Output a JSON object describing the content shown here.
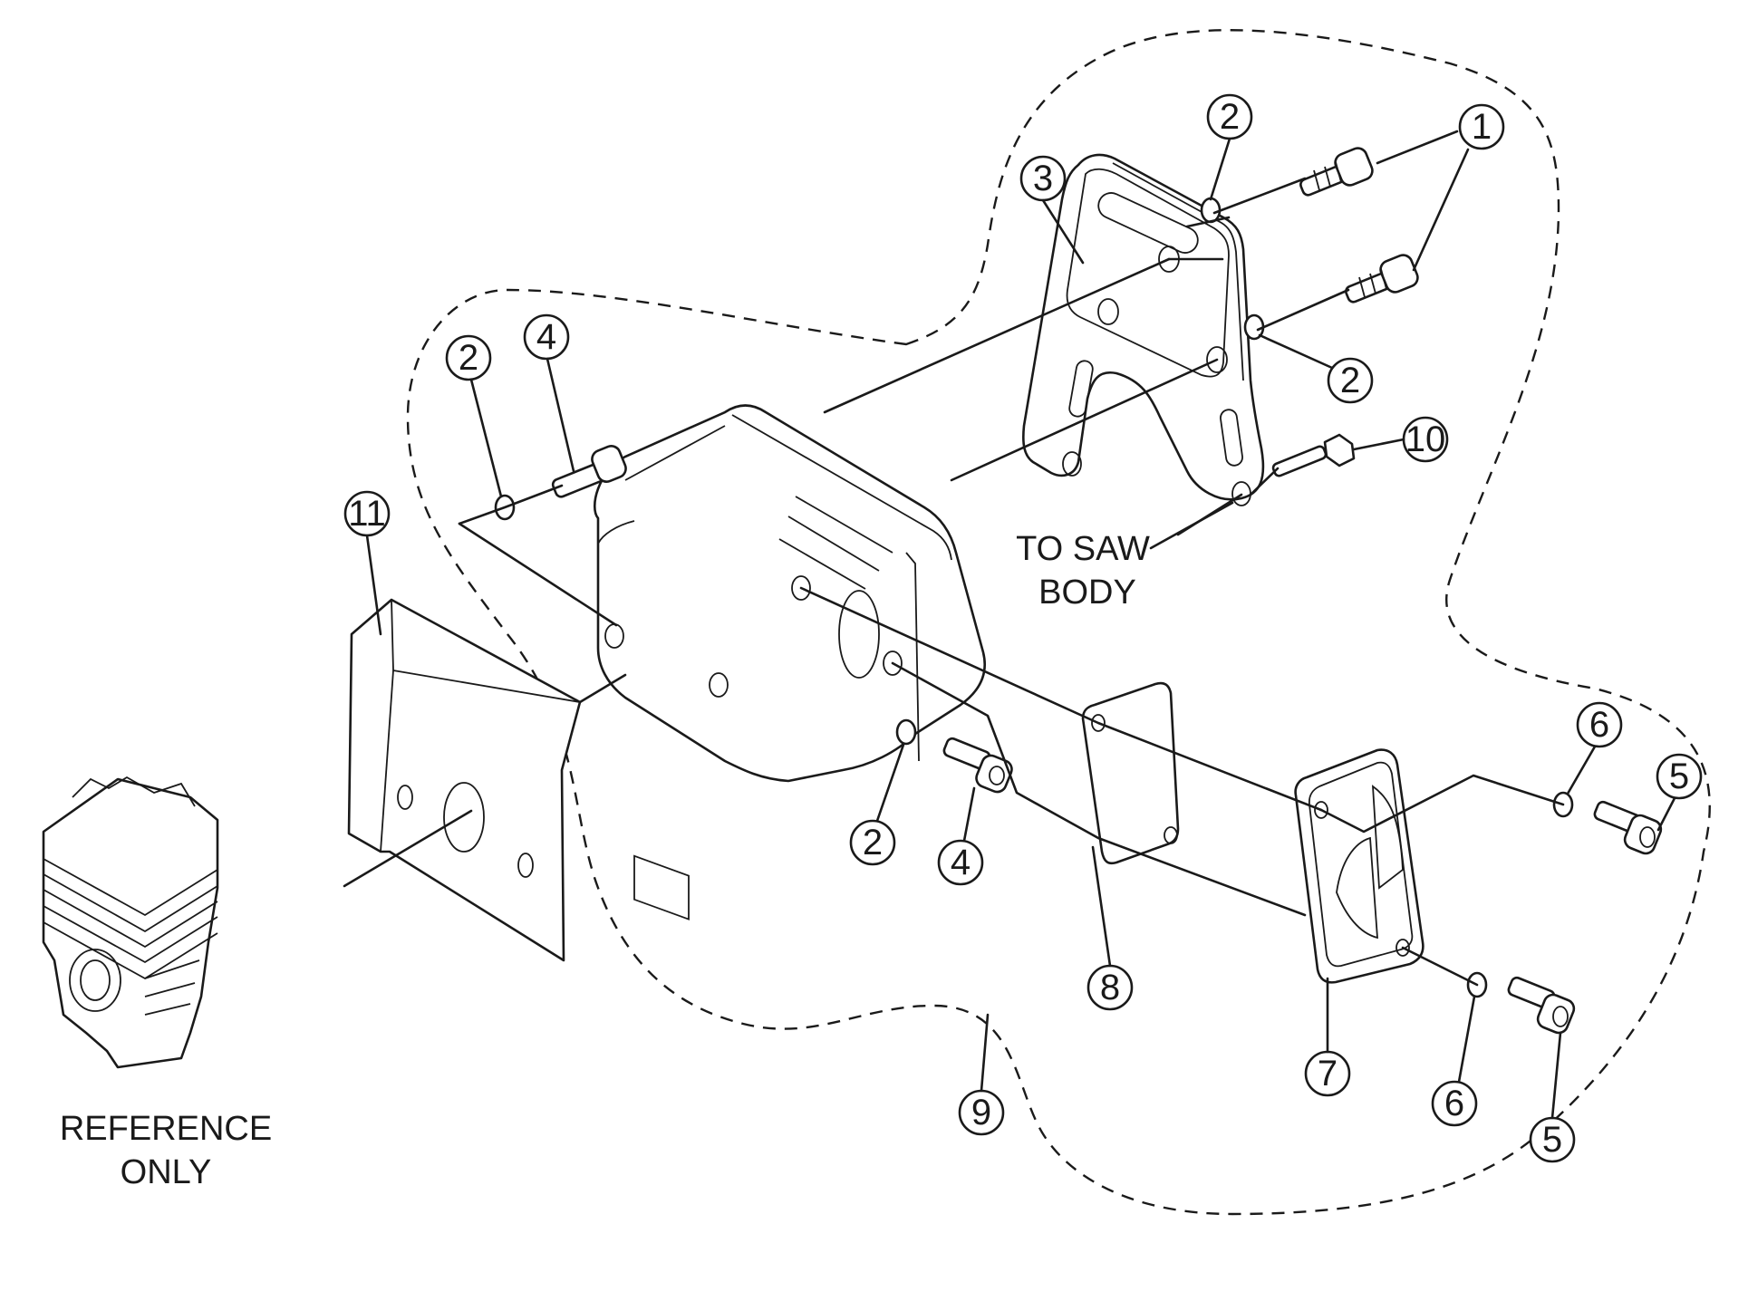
{
  "diagram": {
    "title": "Muffler assembly exploded view",
    "callouts": [
      "1",
      "1",
      "2",
      "2",
      "2",
      "2",
      "3",
      "4",
      "4",
      "5",
      "5",
      "6",
      "6",
      "7",
      "8",
      "9",
      "10",
      "11"
    ],
    "labels": {
      "to_saw_body_line1": "TO SAW",
      "to_saw_body_line2": "BODY",
      "reference_line1": "REFERENCE",
      "reference_line2": "ONLY"
    },
    "colors": {
      "ink": "#1a1a1a",
      "paper": "#ffffff"
    }
  }
}
